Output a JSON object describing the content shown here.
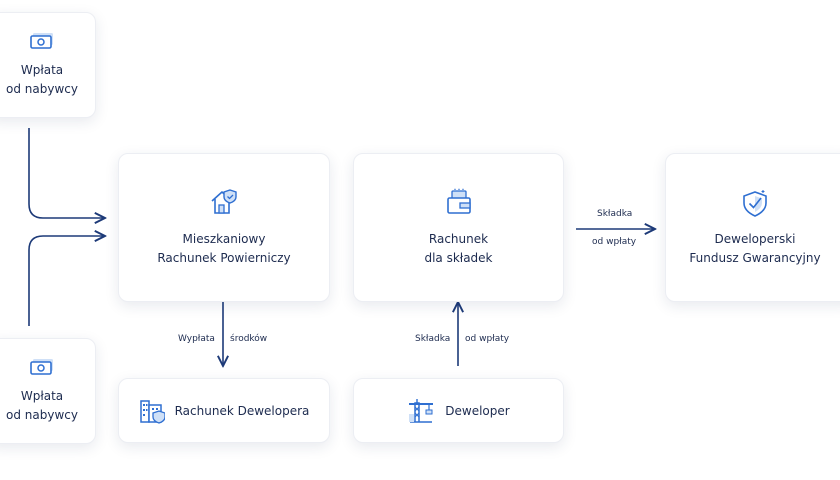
{
  "nodes": {
    "wplata_top": {
      "line1": "Wpłata",
      "line2": "od nabywcy",
      "icon": "cash-icon"
    },
    "wplata_bottom": {
      "line1": "Wpłata",
      "line2": "od nabywcy",
      "icon": "cash-icon"
    },
    "mrp": {
      "line1": "Mieszkaniowy",
      "line2": "Rachunek Powierniczy",
      "icon": "house-shield-icon"
    },
    "rachunek_skladek": {
      "line1": "Rachunek",
      "line2": "dla składek",
      "icon": "wallet-icon"
    },
    "dfg": {
      "line1": "Deweloperski",
      "line2": "Fundusz Gwarancyjny",
      "icon": "shield-check-icon"
    },
    "rachunek_dewelopera": {
      "label": "Rachunek Dewelopera",
      "icon": "building-shield-icon"
    },
    "deweloper": {
      "label": "Deweloper",
      "icon": "crane-icon"
    }
  },
  "edges": {
    "skladka_dfg": {
      "top": "Składka",
      "bottom": "od wpłaty"
    },
    "wyplata": {
      "left": "Wypłata",
      "right": "środków"
    },
    "skladka_dev": {
      "left": "Składka",
      "right": "od wpłaty"
    }
  },
  "colors": {
    "line": "#1d3a78",
    "icon_blue": "#2f6fd1",
    "icon_light": "#cfe0f7",
    "text": "#1d2b4f"
  }
}
